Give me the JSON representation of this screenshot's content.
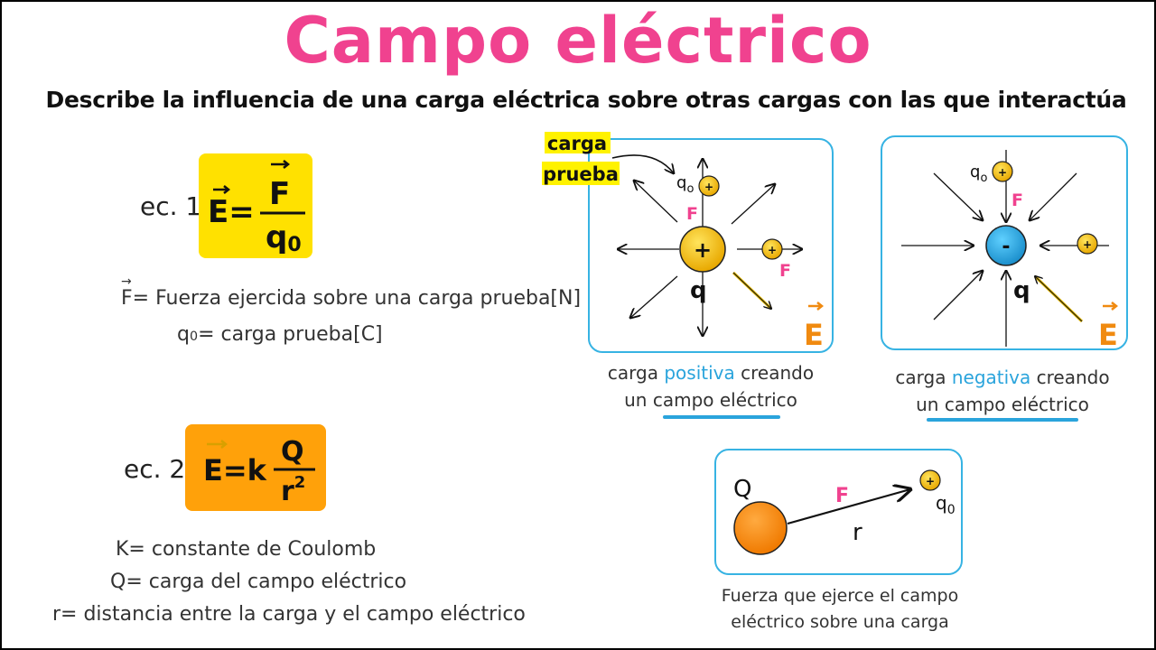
{
  "title": "Campo eléctrico",
  "subtitle": "Describe la influencia de una carga eléctrica sobre otras cargas con las que interactúa",
  "eq1": {
    "label": "ec. 1",
    "lhs": "E=",
    "numerator": "F",
    "denominator": "q",
    "denominator_sub": "0",
    "box_color": "#ffe100"
  },
  "legend1": {
    "f_symbol": "F",
    "f_text": "= Fuerza ejercida sobre una carga prueba[N]",
    "q_symbol": "q",
    "q_sub": "0",
    "q_text": "= carga  prueba[C]"
  },
  "eq2": {
    "label": "ec. 2",
    "lhs": "E=k",
    "numerator": "Q",
    "denominator": "r",
    "denominator_sup": "2",
    "box_color": "#ffa10a"
  },
  "legend2": {
    "k_line": "K= constante de Coulomb",
    "q_line": "Q= carga del campo eléctrico",
    "r_line": "r=  distancia entre la carga y el campo eléctrico"
  },
  "diagram_positive": {
    "test_label_line1": "carga",
    "test_label_line2": "prueba",
    "source_sign": "+",
    "source_label": "q",
    "test_sign": "+",
    "test_label": "q",
    "test_sub": "o",
    "force_label": "F",
    "field_label": "E",
    "caption_pre": "carga ",
    "caption_highlight": "positiva",
    "caption_post": " creando",
    "caption_line2": "un campo eléctrico"
  },
  "diagram_negative": {
    "source_sign": "-",
    "source_label": "q",
    "test_sign": "+",
    "test_label": "q",
    "test_sub": "o",
    "force_label": "F",
    "field_label": "E",
    "caption_pre": "carga ",
    "caption_highlight": "negativa",
    "caption_post": " creando",
    "caption_line2": "un campo eléctrico"
  },
  "diagram_force": {
    "source_label": "Q",
    "force_label": "F",
    "distance_label": "r",
    "test_sign": "+",
    "test_label": "q",
    "test_sub": "0",
    "caption_line1": "Fuerza que ejerce el campo",
    "caption_line2": "eléctrico sobre una carga"
  },
  "colors": {
    "title_pink": "#f0428f",
    "panel_blue": "#37b3e3",
    "charge_yellow": "#f4c20d",
    "charge_blue": "#2aa4dc",
    "charge_orange": "#ff8a14",
    "field_orange": "#f08a10",
    "force_pink": "#f0428f",
    "highlight_yellow": "#fff200"
  }
}
